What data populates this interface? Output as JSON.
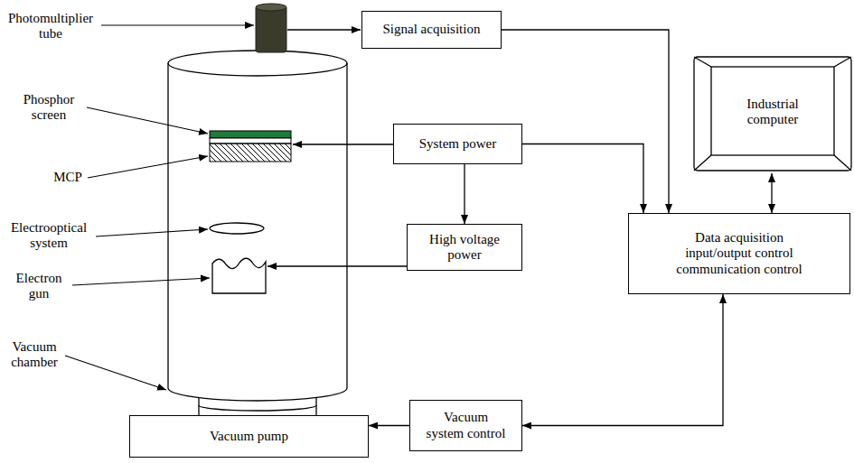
{
  "diagram": {
    "nodes": [
      {
        "text": [
          "Signal acquisition"
        ]
      },
      {
        "text": [
          "Industrial computer"
        ]
      },
      {
        "text": [
          "System power"
        ]
      },
      {
        "text": [
          "High voltage power"
        ]
      },
      {
        "text": [
          "Data acquisition input/output control communication control"
        ]
      },
      {
        "text": [
          "Vacuum system control"
        ]
      },
      {
        "text": [
          "Vacuum pump"
        ]
      }
    ],
    "edges": [
      {
        "from": 0,
        "to": 4,
        "arrow": "to"
      },
      {
        "from": 2,
        "to": 3,
        "arrow": "to"
      },
      {
        "from": 2,
        "to": 4,
        "arrow": "to"
      },
      {
        "from": 1,
        "to": 4,
        "arrow": "both"
      },
      {
        "from": 5,
        "to": 4,
        "arrow": "both"
      },
      {
        "from": 5,
        "to": 6,
        "arrow": "to"
      }
    ],
    "labels": [
      "Photomultiplier tube",
      "Phosphor screen",
      "MCP",
      "Electrooptical system",
      "Electron gun",
      "Vacuum chamber"
    ]
  }
}
